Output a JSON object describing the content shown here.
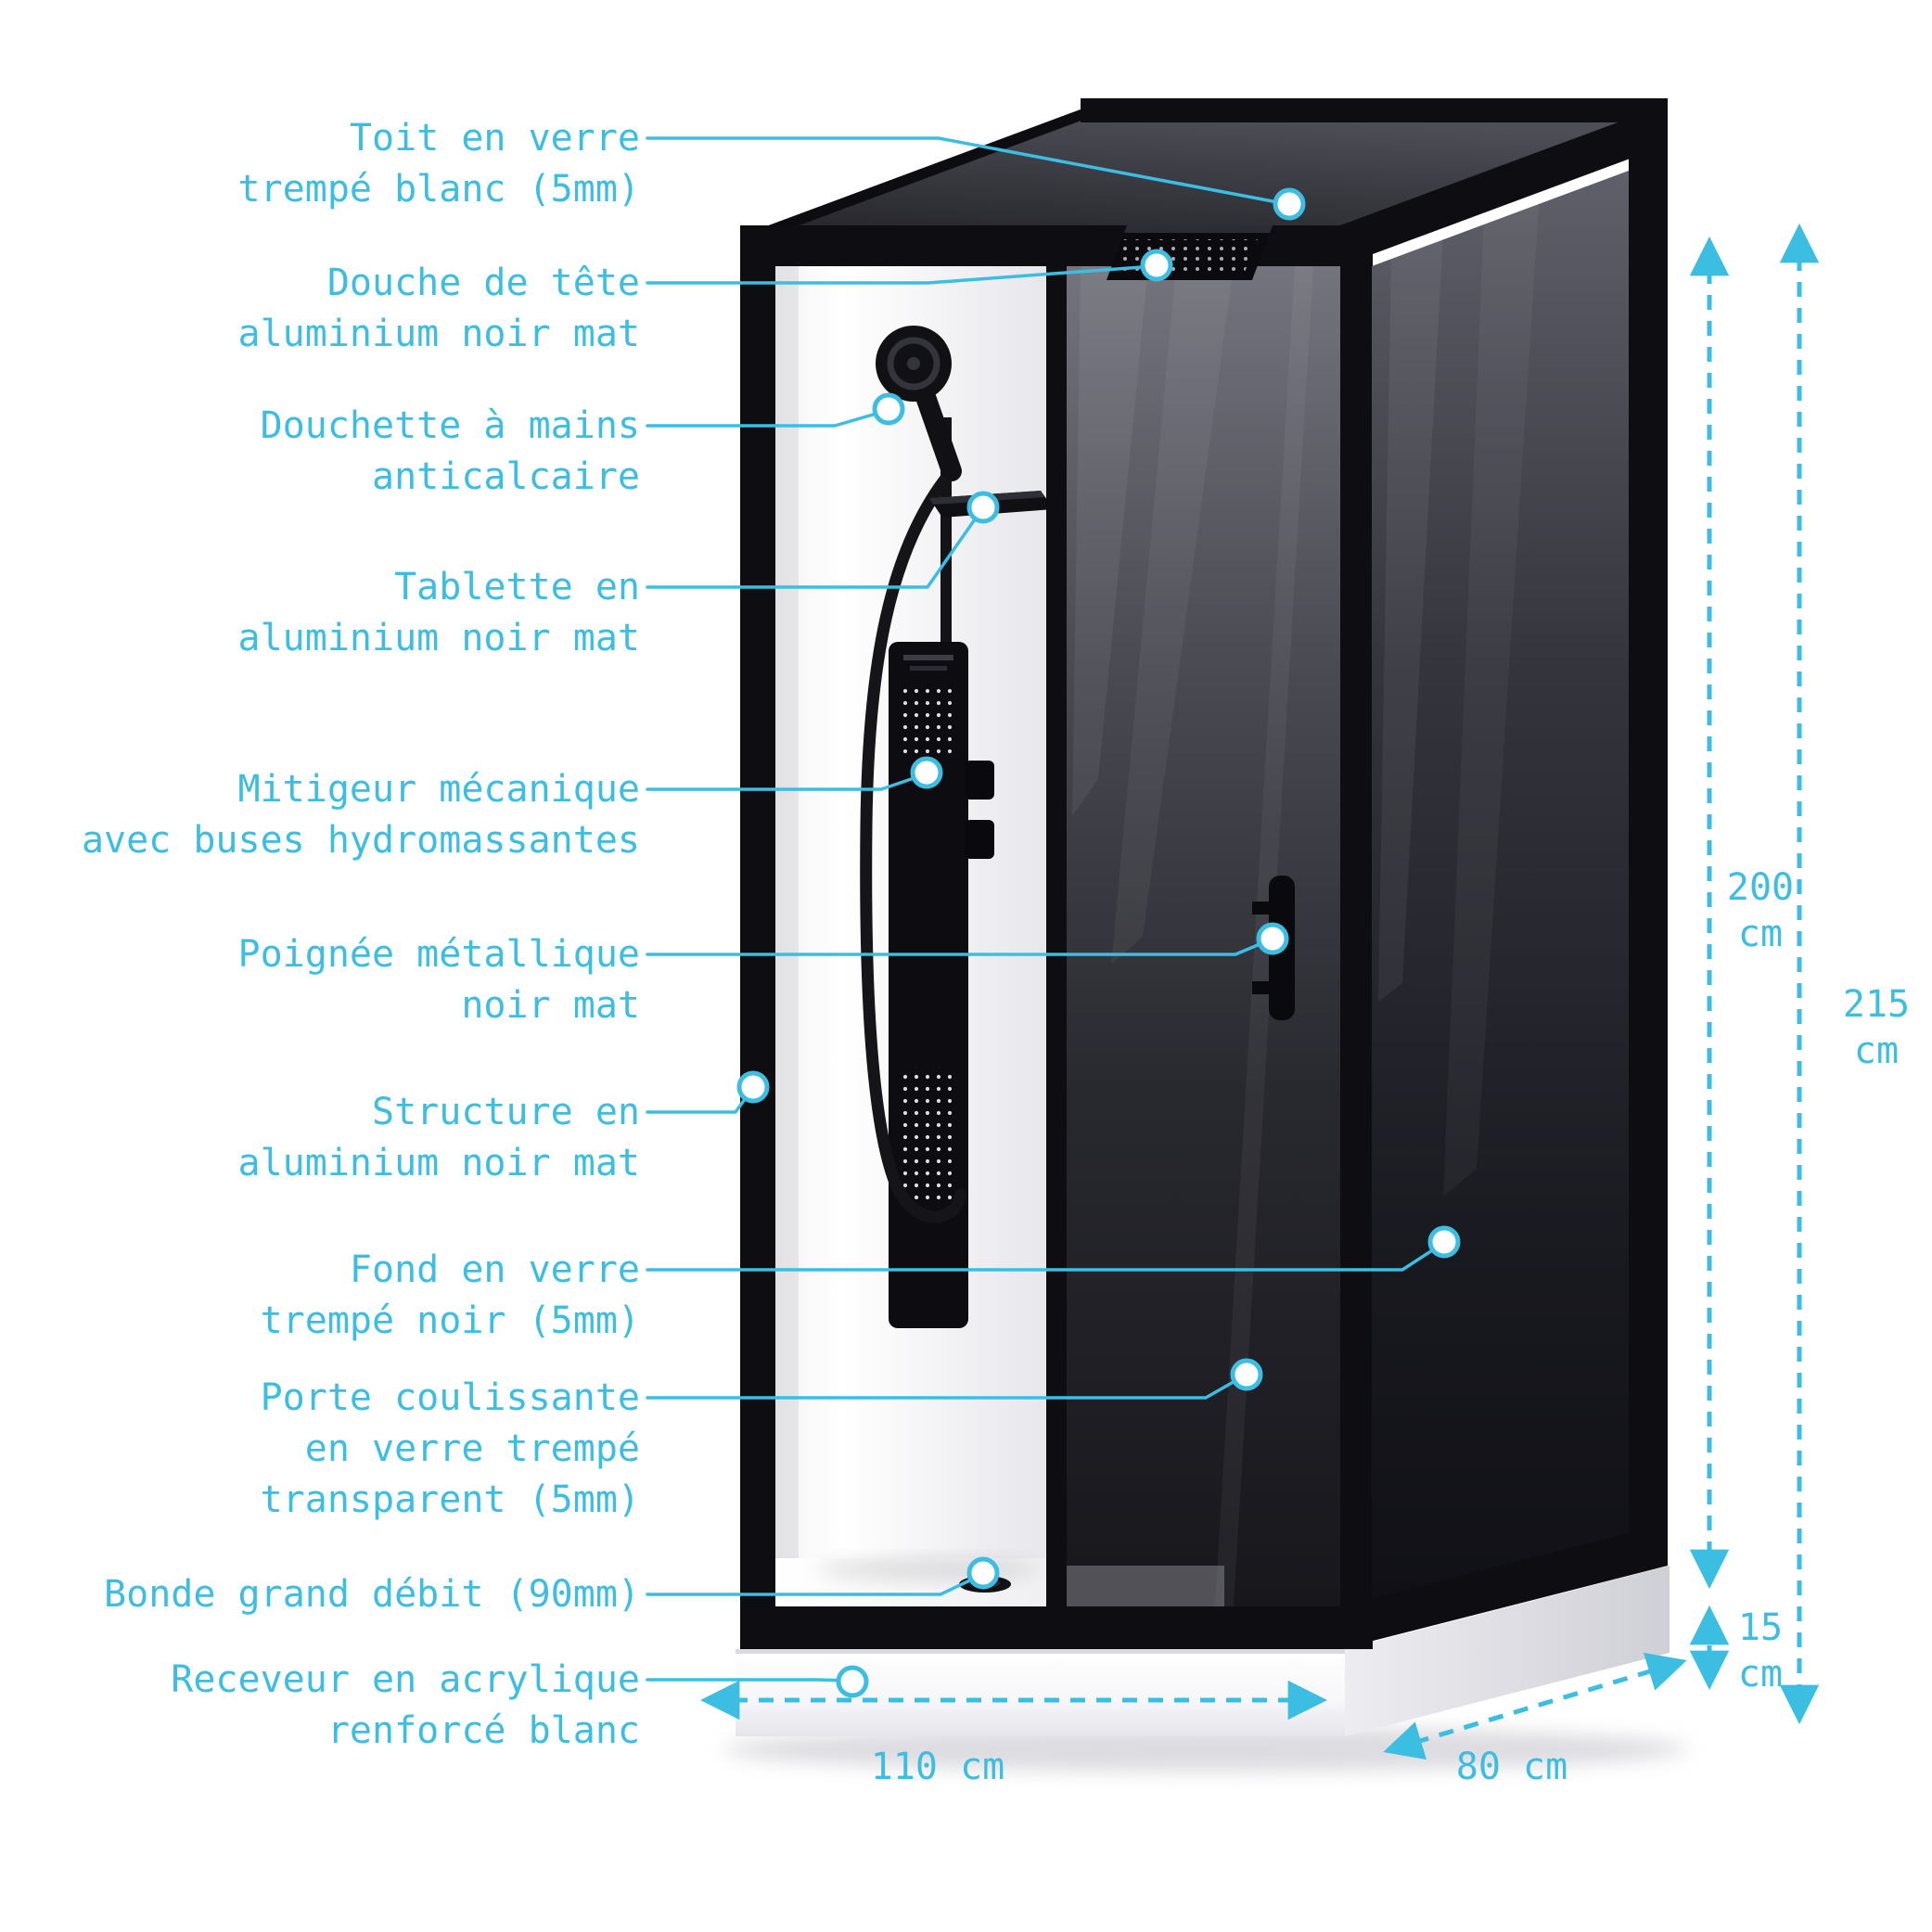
{
  "colors": {
    "accent": "#3CBDE2",
    "frame_black": "#0E0E12",
    "glass_dark": "#1E1E24",
    "tray_white": "#FFFFFF"
  },
  "callouts": [
    {
      "id": "toit",
      "text": "Toit en verre\ntrempé blanc (5mm)"
    },
    {
      "id": "douche",
      "text": "Douche de tête\naluminium noir mat"
    },
    {
      "id": "douchette",
      "text": "Douchette à mains\nanticalcaire"
    },
    {
      "id": "tablette",
      "text": "Tablette en\naluminium noir mat"
    },
    {
      "id": "mitigeur",
      "text": "Mitigeur mécanique\navec buses hydromassantes"
    },
    {
      "id": "poignee",
      "text": "Poignée métallique\nnoir mat"
    },
    {
      "id": "structure",
      "text": "Structure en\naluminium noir mat"
    },
    {
      "id": "fond",
      "text": "Fond en verre\ntrempé noir (5mm)"
    },
    {
      "id": "porte",
      "text": "Porte coulissante\nen verre trempé\ntransparent (5mm)"
    },
    {
      "id": "bonde",
      "text": "Bonde grand débit (90mm)"
    },
    {
      "id": "receveur",
      "text": "Receveur en acrylique\nrenforcé blanc"
    }
  ],
  "dimensions": {
    "inner_height": "200\ncm",
    "total_height": "215\ncm",
    "tray_height": "15\ncm",
    "width": "110 cm",
    "depth": "80 cm"
  }
}
